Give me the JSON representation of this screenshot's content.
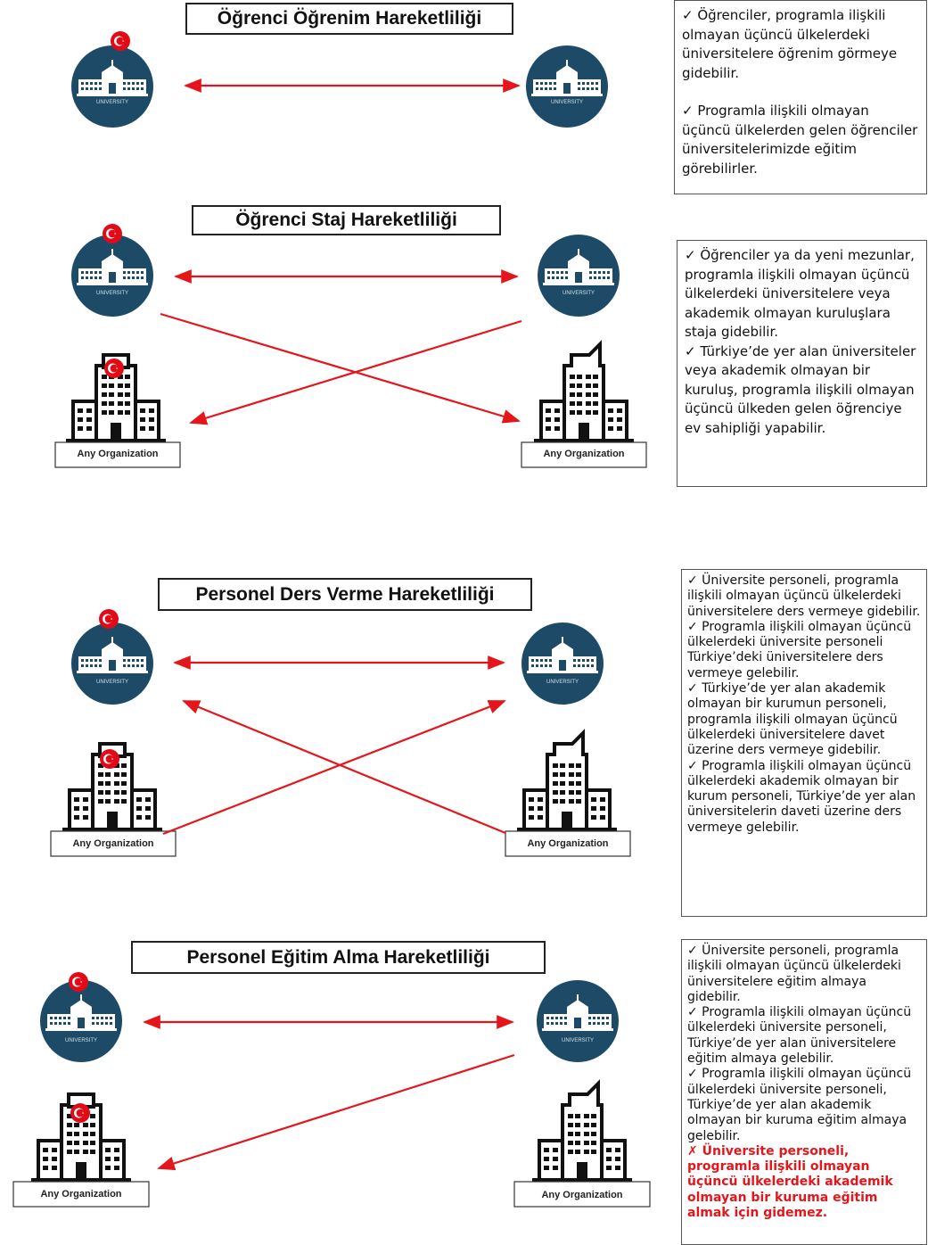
{
  "sections": [
    {
      "title": "Öğrenci Öğrenim Hareketliliği",
      "lines": [
        "✓ Öğrenciler, programla ilişkili olmayan üçüncü ülkelerdeki üniversitelere öğrenim görmeye gidebilir.",
        "✓ Programla ilişkili olmayan üçüncü ülkelerden gelen öğrenciler üniversitelerimizde eğitim görebilirler."
      ]
    },
    {
      "title": "Öğrenci Staj Hareketliliği",
      "lines": [
        "✓ Öğrenciler ya da yeni mezunlar, programla ilişkili olmayan üçüncü ülkelerdeki üniversitelere veya akademik olmayan kuruluşlara staja gidebilir.",
        "✓ Türkiye’de yer alan üniversiteler veya akademik olmayan bir kuruluş, programla ilişkili olmayan üçüncü ülkeden gelen öğrenciye ev sahipliği yapabilir."
      ]
    },
    {
      "title": "Personel Ders Verme Hareketliliği",
      "lines": [
        "✓ Üniversite personeli, programla ilişkili olmayan üçüncü ülkelerdeki üniversitelere ders vermeye gidebilir.",
        "✓ Programla ilişkili olmayan üçüncü ülkelerdeki üniversite personeli Türkiye’deki üniversitelere ders vermeye gelebilir.",
        "✓ Türkiye’de yer alan akademik olmayan bir kurumun personeli, programla ilişkili olmayan üçüncü ülkelerdeki üniversitelere davet üzerine ders vermeye gidebilir.",
        "✓ Programla ilişkili olmayan üçüncü ülkelerdeki akademik olmayan bir kurum personeli, Türkiye’de yer alan üniversitelerin daveti üzerine ders vermeye gelebilir."
      ]
    },
    {
      "title": "Personel Eğitim Alma Hareketliliği",
      "lines": [
        "✓ Üniversite personeli, programla ilişkili olmayan üçüncü ülkelerdeki üniversitelere eğitim almaya gidebilir.",
        "✓ Programla ilişkili olmayan üçüncü ülkelerdeki üniversite personeli, Türkiye’de yer alan üniversitelere eğitim almaya gelebilir.",
        "✓ Programla ilişkili olmayan üçüncü ülkelerdeki üniversite personeli, Türkiye’de yer alan akademik olmayan bir kuruma eğitim almaya gelebilir."
      ],
      "negative": "✗ Üniversite personeli, programla ilişkili olmayan üçüncü ülkelerdeki akademik olmayan bir kuruma eğitim almak için gidemez."
    }
  ],
  "labels": {
    "university": "UNIVERSITY",
    "organization": "Any Organization"
  },
  "colors": {
    "arrow": "#e4161b",
    "university_circle": "#1d4a66",
    "flag": "#e30a17"
  }
}
